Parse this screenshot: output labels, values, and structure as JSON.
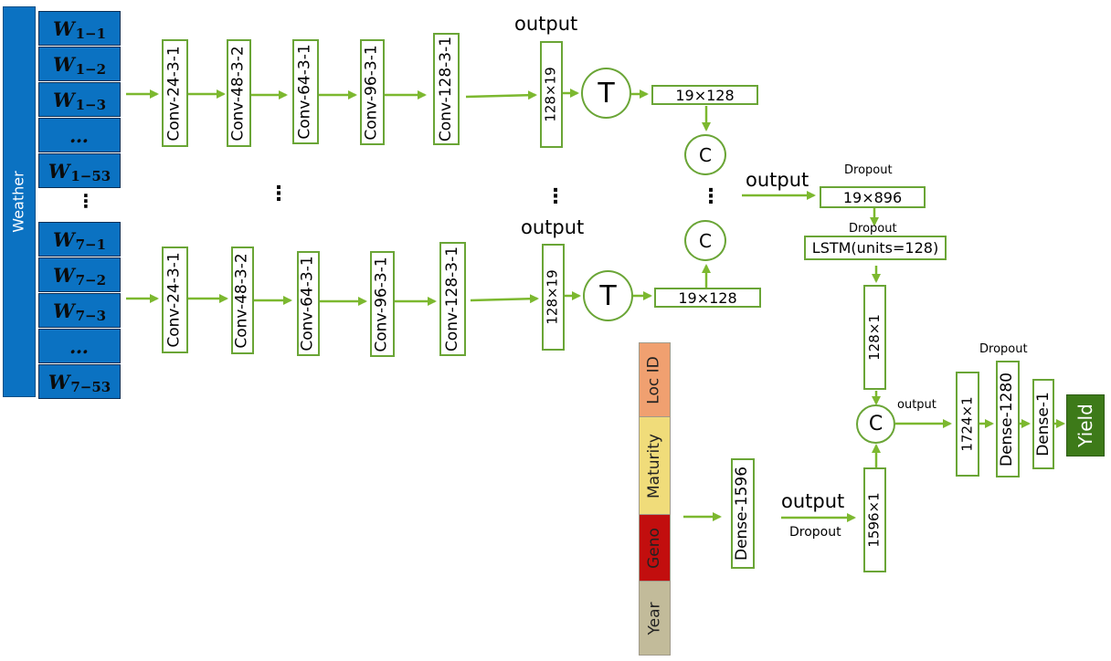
{
  "weather": {
    "label": "Weather",
    "group1": [
      {
        "var": "W",
        "sub": "1−1"
      },
      {
        "var": "W",
        "sub": "1−2"
      },
      {
        "var": "W",
        "sub": "1−3"
      },
      {
        "var": "…",
        "sub": ""
      },
      {
        "var": "W",
        "sub": "1−53"
      }
    ],
    "group2": [
      {
        "var": "W",
        "sub": "7−1"
      },
      {
        "var": "W",
        "sub": "7−2"
      },
      {
        "var": "W",
        "sub": "7−3"
      },
      {
        "var": "…",
        "sub": ""
      },
      {
        "var": "W",
        "sub": "7−53"
      }
    ],
    "between_dots": "⋮"
  },
  "cnn_top": [
    "Conv-24-3-1",
    "Conv-48-3-2",
    "Conv-64-3-1",
    "Conv-96-3-1",
    "Conv-128-3-1"
  ],
  "cnn_bottom": [
    "Conv-24-3-1",
    "Conv-48-3-2",
    "Conv-64-3-1",
    "Conv-96-3-1",
    "Conv-128-3-1"
  ],
  "top_branch": {
    "output_label": "output",
    "shape": "128×19",
    "transpose": "T",
    "transposed_shape": "19×128",
    "concat": "C"
  },
  "bottom_branch": {
    "output_label": "output",
    "shape": "128×19",
    "transpose": "T",
    "transposed_shape": "19×128",
    "concat": "C"
  },
  "dots": "⋮",
  "merge": {
    "output_label": "output",
    "dropout1": "Dropout",
    "concat_shape": "19×896",
    "dropout2": "Dropout",
    "lstm": "LSTM(units=128)",
    "lstm_out": "128×1"
  },
  "features": [
    "Loc ID",
    "Maturity",
    "Geno",
    "Year"
  ],
  "dense_branch": {
    "dense": "Dense-1596",
    "output_label": "output",
    "dropout": "Dropout",
    "out_shape": "1596×1"
  },
  "final": {
    "concat": "C",
    "output_label": "output",
    "concat_shape": "1724×1",
    "dropout": "Dropout",
    "dense1280": "Dense-1280",
    "dense1": "Dense-1",
    "yield": "Yield"
  },
  "colors": {
    "accent_green": "#7cb82f",
    "weather_blue": "#0b72c2",
    "loc_id": "#f0a070",
    "maturity": "#f0dc7a",
    "geno": "#c20e0e",
    "year": "#c2bb9a",
    "yield": "#3d7a19"
  }
}
